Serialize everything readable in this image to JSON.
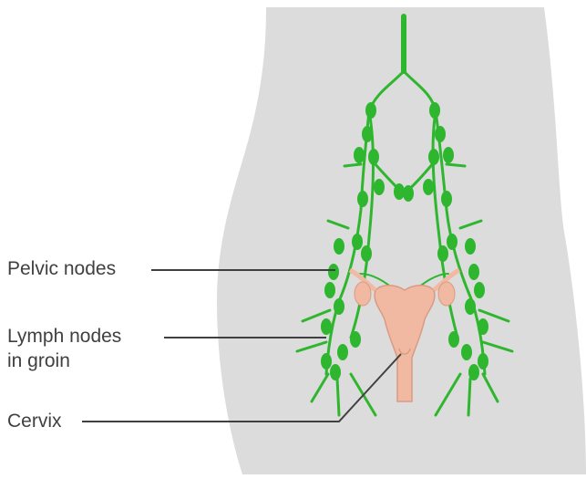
{
  "labels": {
    "pelvic": "Pelvic nodes",
    "lymph_line1": "Lymph nodes",
    "lymph_line2": "in groin",
    "cervix": "Cervix"
  },
  "colors": {
    "background": "#ffffff",
    "body": "#dcdcdc",
    "lymph": "#2fb62f",
    "uterus": "#f2b9a2",
    "uterus_outline": "#d99a82",
    "label_text": "#404040",
    "leader_line": "#404040"
  }
}
